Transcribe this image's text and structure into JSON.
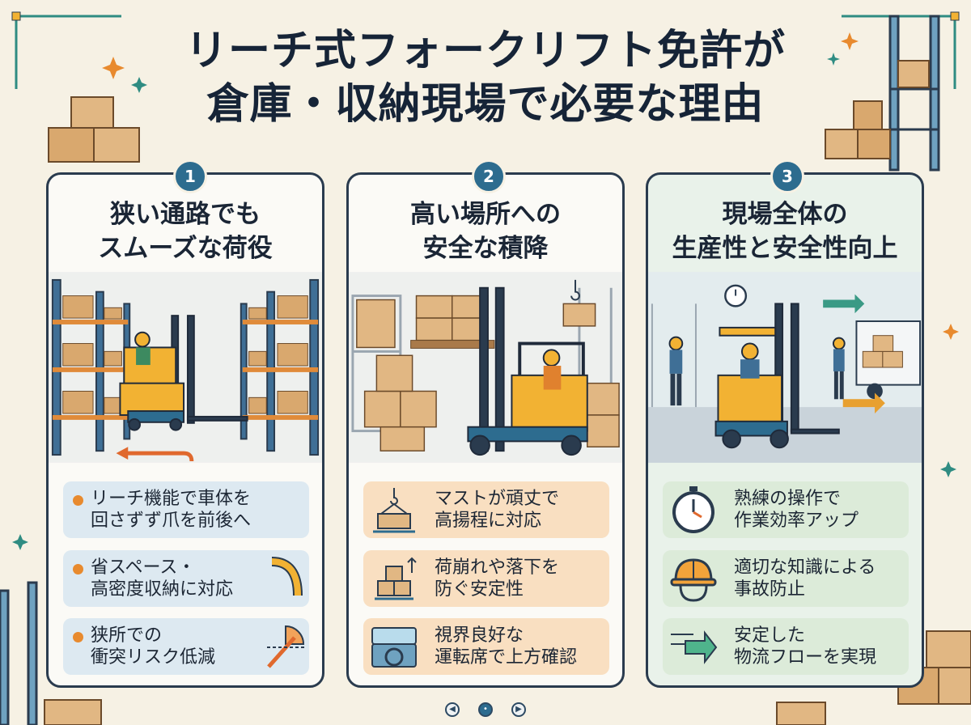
{
  "title": {
    "line1": "リーチ式フォークリフト免許が",
    "line2": "倉庫・収納現場で必要な理由"
  },
  "cards": [
    {
      "number": "1",
      "title_line1": "狭い通路でも",
      "title_line2": "スムーズな荷役",
      "items": [
        {
          "line1": "リーチ機能で車体を",
          "line2": "回さずず爪を前後へ"
        },
        {
          "line1": "省スペース・",
          "line2": "高密度収納に対応"
        },
        {
          "line1": "狭所での",
          "line2": "衝突リスク低減"
        }
      ]
    },
    {
      "number": "2",
      "title_line1": "高い場所への",
      "title_line2": "安全な積降",
      "items": [
        {
          "line1": "マストが頑丈で",
          "line2": "高揚程に対応"
        },
        {
          "line1": "荷崩れや落下を",
          "line2": "防ぐ安定性"
        },
        {
          "line1": "視界良好な",
          "line2": "運転席で上方確認"
        }
      ]
    },
    {
      "number": "3",
      "title_line1": "現場全体の",
      "title_line2": "生産性と安全性向上",
      "items": [
        {
          "line1": "熟練の操作で",
          "line2": "作業効率アップ"
        },
        {
          "line1": "適切な知識による",
          "line2": "事故防止"
        },
        {
          "line1": "安定した",
          "line2": "物流フローを実現"
        }
      ]
    }
  ],
  "colors": {
    "dark": "#2a3b4e",
    "accent_orange": "#e88a2e",
    "accent_blue": "#2d6c8f",
    "forklift_yellow": "#f2b233"
  }
}
